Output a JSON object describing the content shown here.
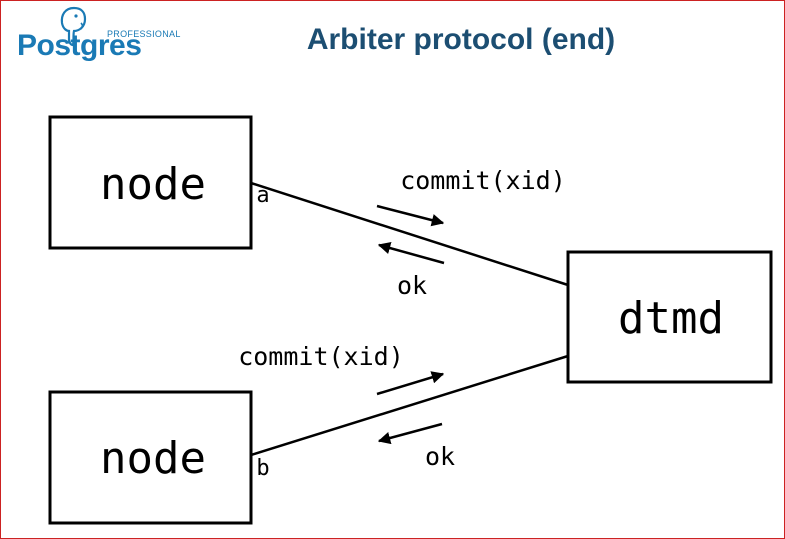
{
  "logo": {
    "word": "Postgres",
    "tag": "PROFESSIONAL",
    "color": "#1a7ab5"
  },
  "title": "Arbiter protocol (end)",
  "title_color": "#1c4e72",
  "diagram": {
    "node_a": {
      "label": "node",
      "port": "a"
    },
    "node_b": {
      "label": "node",
      "port": "b"
    },
    "dtmd": {
      "label": "dtmd"
    },
    "msg_a_request": "commit(xid)",
    "msg_a_reply": "ok",
    "msg_b_request": "commit(xid)",
    "msg_b_reply": "ok"
  }
}
